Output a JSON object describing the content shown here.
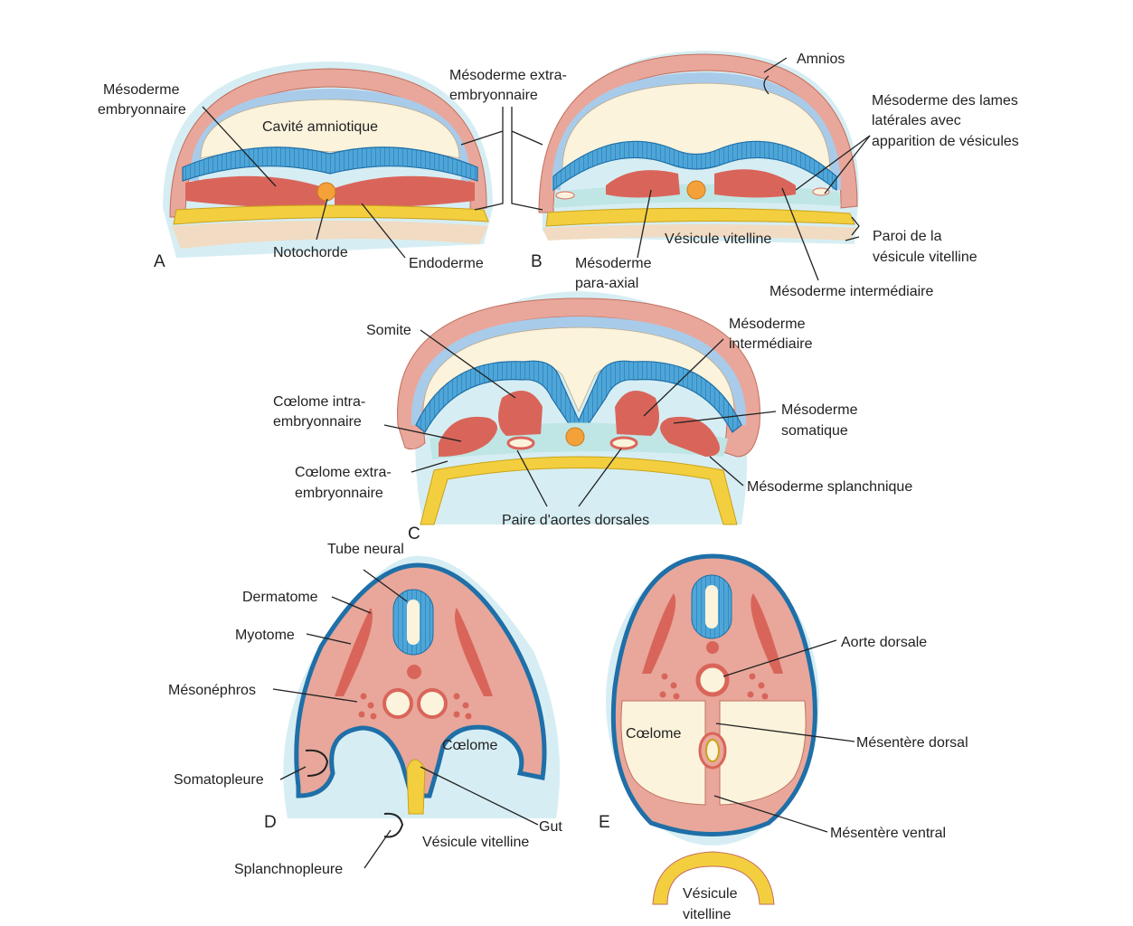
{
  "colors": {
    "ectoderm": "#4ea6d8",
    "ectoderm_stripe": "#1f6fa8",
    "amnion": "#a9cbea",
    "mesoderm_light": "#e8a79a",
    "mesoderm_dark": "#d9655a",
    "cavity": "#fbf3dc",
    "endoderm": "#f3cf3f",
    "coelom": "#bfe6e4",
    "notochord": "#f4a13a",
    "halo": "#c5e7ee",
    "text": "#222222"
  },
  "panels": {
    "a": "A",
    "b": "B",
    "c": "C",
    "d": "D",
    "e": "E"
  },
  "labels": {
    "a_mesoderm_embryonic": [
      "Mésoderme",
      "embryonnaire"
    ],
    "a_amniotic_cavity": "Cavité amniotique",
    "a_notochord": "Notochorde",
    "a_endoderm": "Endoderme",
    "ab_extraembryonic": [
      "Mésoderme extra-",
      "embryonnaire"
    ],
    "b_amnion": "Amnios",
    "b_lateral_plates": [
      "Mésoderme des lames",
      "latérales avec",
      "apparition de vésicules"
    ],
    "b_yolk_sac": "Vésicule vitelline",
    "b_yolk_wall": [
      "Paroi de la",
      "vésicule vitelline"
    ],
    "b_paraxial": [
      "Mésoderme",
      "para-axial"
    ],
    "b_intermediate": "Mésoderme intermédiaire",
    "c_somite": "Somite",
    "c_intermediate": [
      "Mésoderme",
      "intermédiaire"
    ],
    "c_intra_coelom": [
      "Cœlome intra-",
      "embryonnaire"
    ],
    "c_somatic": [
      "Mésoderme",
      "somatique"
    ],
    "c_extra_coelom": [
      "Cœlome extra-",
      "embryonnaire"
    ],
    "c_splanchnic": "Mésoderme splanchnique",
    "c_aortas": "Paire d'aortes dorsales",
    "d_neural_tube": "Tube neural",
    "d_dermatome": "Dermatome",
    "d_myotome": "Myotome",
    "d_mesonephros": "Mésonéphros",
    "d_coelom": "Cœlome",
    "d_somatopleure": "Somatopleure",
    "d_gut": "Gut",
    "d_yolk_sac": "Vésicule vitelline",
    "d_splanchnopleure": "Splanchnopleure",
    "e_dorsal_aorta": "Aorte dorsale",
    "e_coelom": "Cœlome",
    "e_dorsal_mesentery": "Mésentère dorsal",
    "e_ventral_mesentery": "Mésentère ventral",
    "e_yolk_sac": [
      "Vésicule",
      "vitelline"
    ]
  }
}
